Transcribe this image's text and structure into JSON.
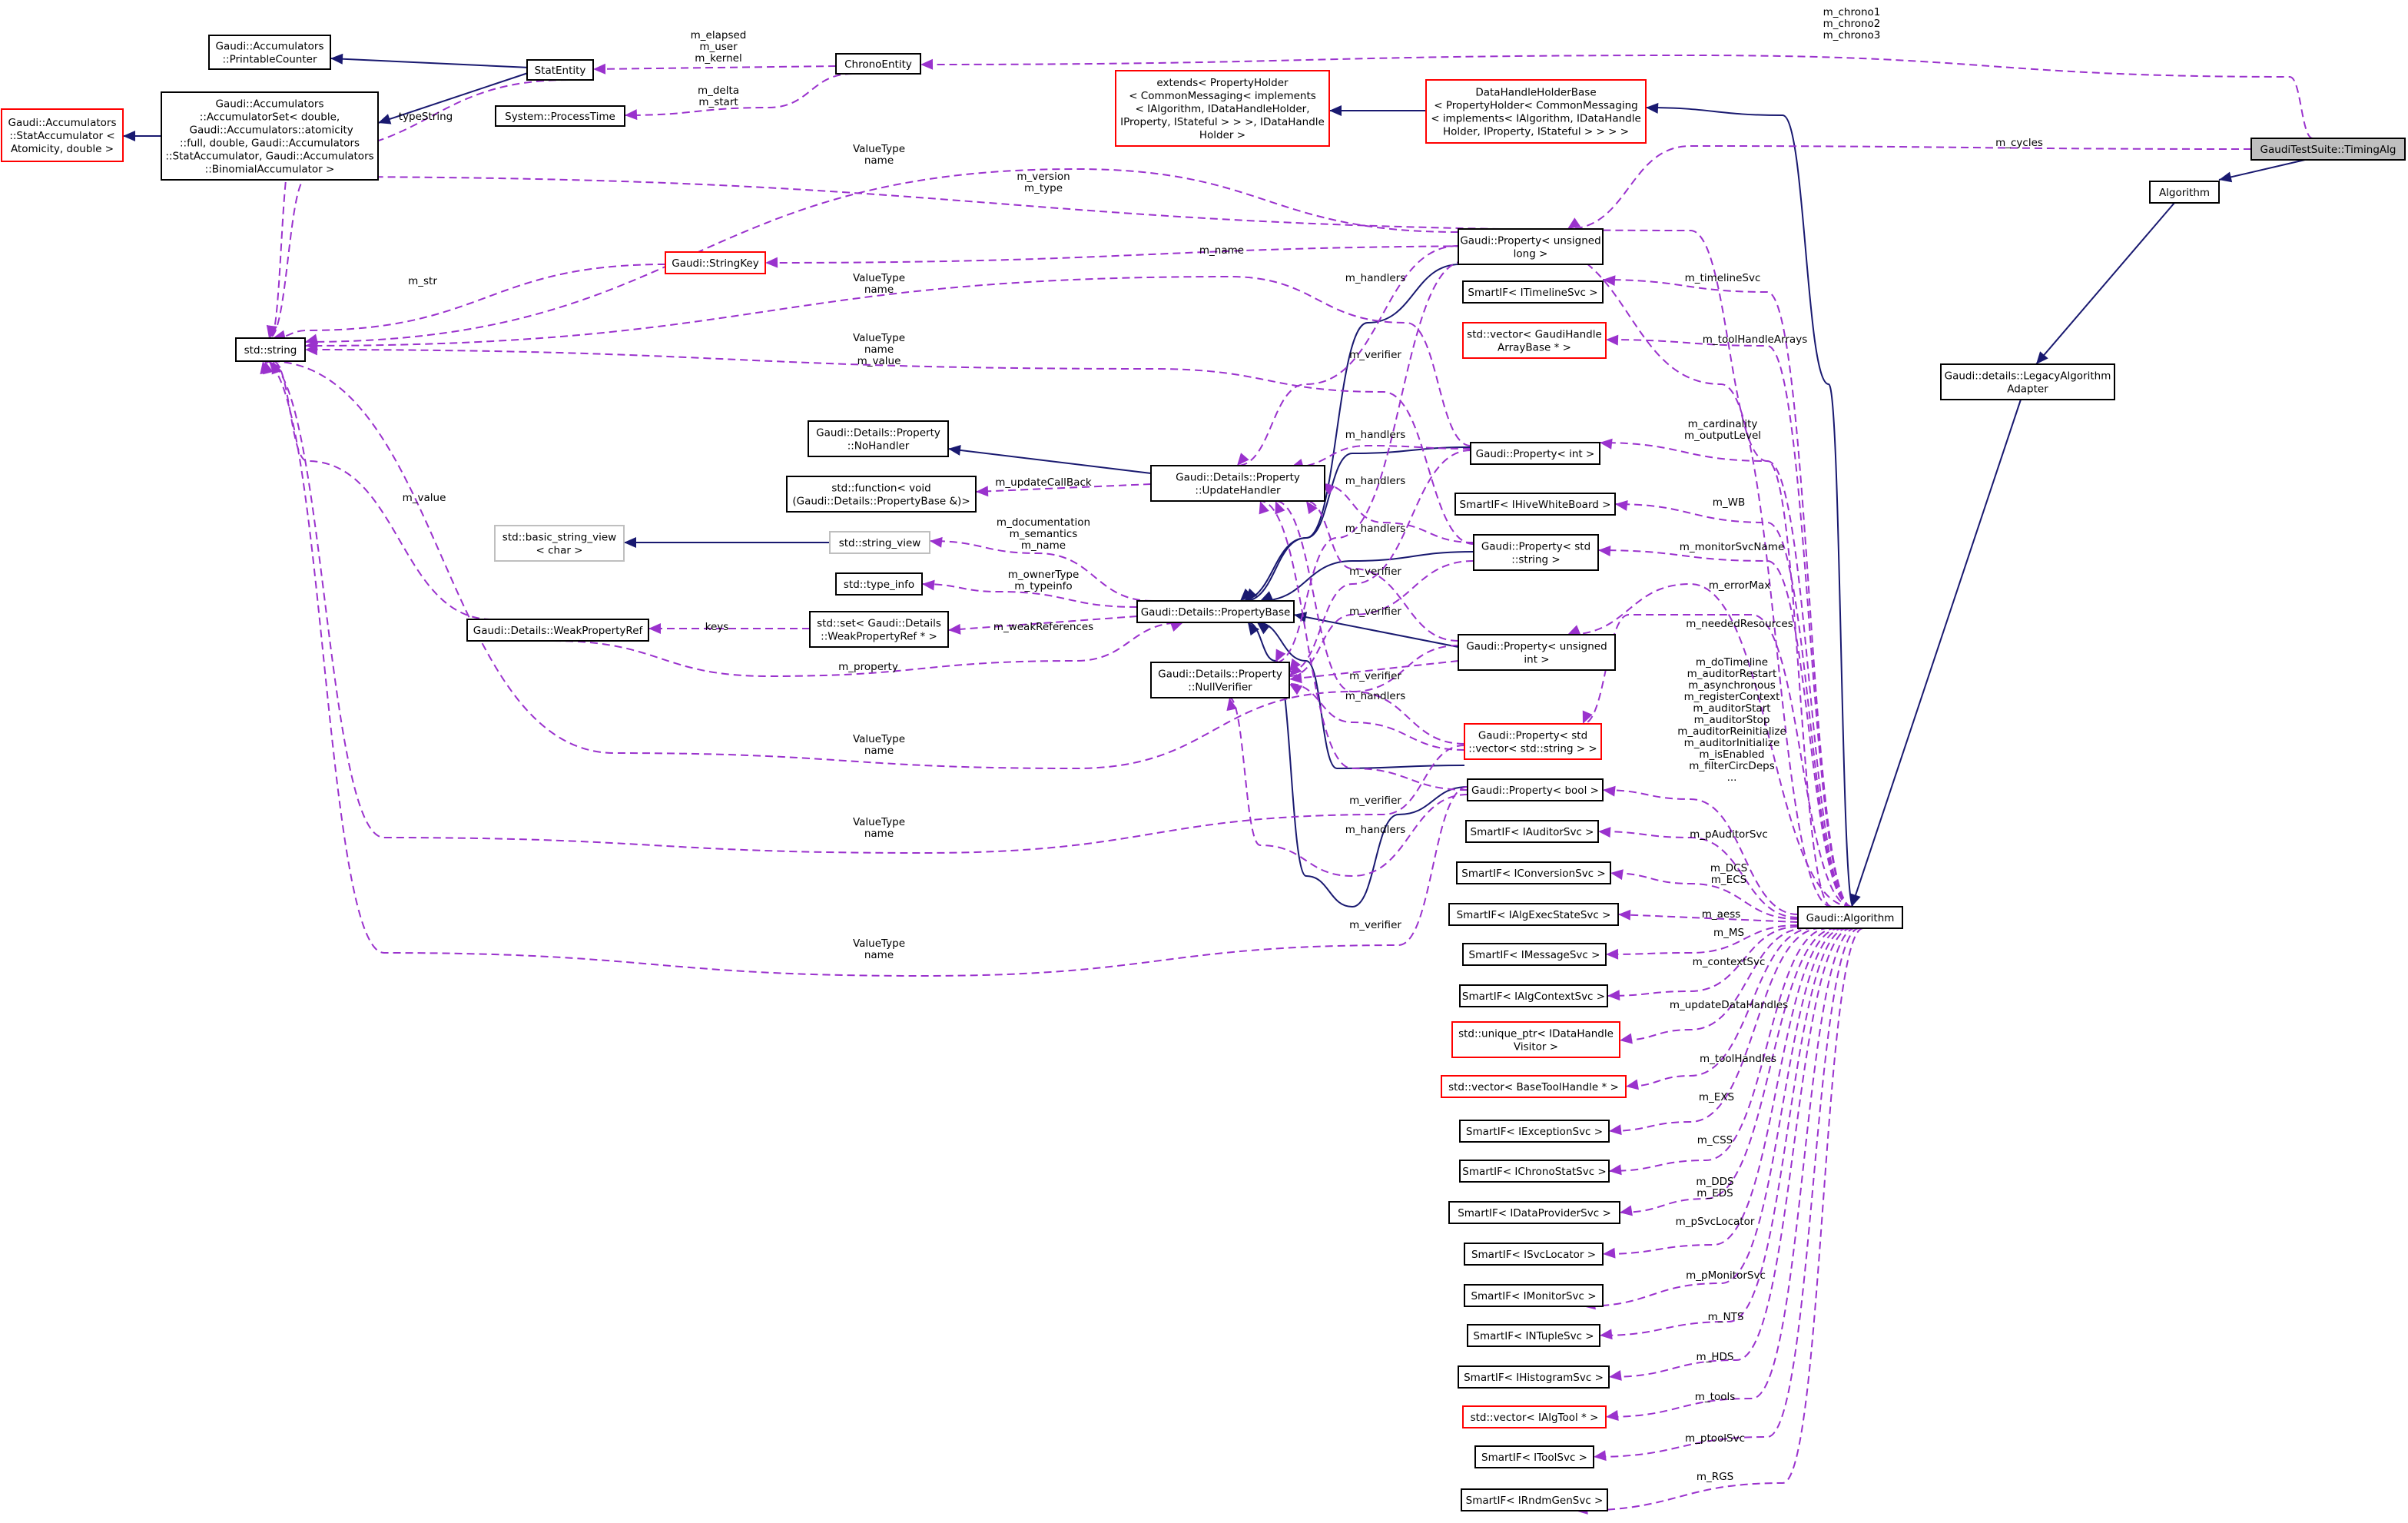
{
  "nodes": [
    {
      "id": "timingalg",
      "label": [
        "GaudiTestSuite::TimingAlg"
      ],
      "style": "hl"
    },
    {
      "id": "chronoentity",
      "label": [
        "ChronoEntity"
      ],
      "style": "normal"
    },
    {
      "id": "statentity",
      "label": [
        "StatEntity"
      ],
      "style": "normal"
    },
    {
      "id": "printablecounter",
      "label": [
        "Gaudi::Accumulators",
        "::PrintableCounter"
      ],
      "style": "normal"
    },
    {
      "id": "accumset",
      "label": [
        "Gaudi::Accumulators",
        "::AccumulatorSet< double,",
        "  Gaudi::Accumulators::atomicity",
        "::full, double, Gaudi::Accumulators",
        "::StatAccumulator, Gaudi::Accumulators",
        "::BinomialAccumulator >"
      ],
      "style": "normal"
    },
    {
      "id": "stataccum",
      "label": [
        "Gaudi::Accumulators",
        "::StatAccumulator <",
        "Atomicity, double >"
      ],
      "style": "red"
    },
    {
      "id": "processtime",
      "label": [
        "System::ProcessTime"
      ],
      "style": "normal"
    },
    {
      "id": "extendsph",
      "label": [
        "extends< PropertyHolder",
        "< CommonMessaging< implements",
        "< IAlgorithm, IDataHandleHolder,",
        "IProperty, IStateful > > >, IDataHandle",
        "Holder >"
      ],
      "style": "red"
    },
    {
      "id": "datahandleholder",
      "label": [
        "DataHandleHolderBase",
        "< PropertyHolder< CommonMessaging",
        "< implements< IAlgorithm, IDataHandle",
        "Holder, IProperty, IStateful > > > >"
      ],
      "style": "red"
    },
    {
      "id": "algorithm_top",
      "label": [
        "Algorithm"
      ],
      "style": "normal"
    },
    {
      "id": "legacyadapter",
      "label": [
        "Gaudi::details::LegacyAlgorithm",
        "Adapter"
      ],
      "style": "normal"
    },
    {
      "id": "stdstring",
      "label": [
        "std::string"
      ],
      "style": "normal"
    },
    {
      "id": "stringkey",
      "label": [
        "Gaudi::StringKey"
      ],
      "style": "red"
    },
    {
      "id": "prop_ulong",
      "label": [
        "Gaudi::Property< unsigned",
        "long >"
      ],
      "style": "normal"
    },
    {
      "id": "timelinesvc",
      "label": [
        "SmartIF< ITimelineSvc >"
      ],
      "style": "normal"
    },
    {
      "id": "vec_gaudihandle",
      "label": [
        "std::vector< GaudiHandle",
        "ArrayBase * >"
      ],
      "style": "red"
    },
    {
      "id": "noHandler",
      "label": [
        "Gaudi::Details::Property",
        "::NoHandler"
      ],
      "style": "normal"
    },
    {
      "id": "stdfunction",
      "label": [
        "std::function< void",
        "(Gaudi::Details::PropertyBase &)>"
      ],
      "style": "normal"
    },
    {
      "id": "updatehandler",
      "label": [
        "Gaudi::Details::Property",
        "::UpdateHandler"
      ],
      "style": "normal"
    },
    {
      "id": "prop_int",
      "label": [
        "Gaudi::Property< int >"
      ],
      "style": "normal"
    },
    {
      "id": "hivewb",
      "label": [
        "SmartIF< IHiveWhiteBoard >"
      ],
      "style": "normal"
    },
    {
      "id": "basicsv",
      "label": [
        "std::basic_string_view",
        "< char >"
      ],
      "style": "grey"
    },
    {
      "id": "stringview",
      "label": [
        "std::string_view"
      ],
      "style": "grey"
    },
    {
      "id": "prop_string",
      "label": [
        "Gaudi::Property< std",
        "::string >"
      ],
      "style": "normal"
    },
    {
      "id": "typeinfo",
      "label": [
        "std::type_info"
      ],
      "style": "normal"
    },
    {
      "id": "propertybase",
      "label": [
        "Gaudi::Details::PropertyBase"
      ],
      "style": "normal"
    },
    {
      "id": "weakref",
      "label": [
        "Gaudi::Details::WeakPropertyRef"
      ],
      "style": "normal"
    },
    {
      "id": "stdset",
      "label": [
        "std::set< Gaudi::Details",
        "::WeakPropertyRef * >"
      ],
      "style": "normal"
    },
    {
      "id": "prop_uint",
      "label": [
        "Gaudi::Property< unsigned",
        "int >"
      ],
      "style": "normal"
    },
    {
      "id": "nullverifier",
      "label": [
        "Gaudi::Details::Property",
        "::NullVerifier"
      ],
      "style": "normal"
    },
    {
      "id": "prop_vecstr",
      "label": [
        "Gaudi::Property< std",
        "::vector< std::string > >"
      ],
      "style": "red"
    },
    {
      "id": "prop_bool",
      "label": [
        "Gaudi::Property< bool >"
      ],
      "style": "normal"
    },
    {
      "id": "auditorsvc",
      "label": [
        "SmartIF< IAuditorSvc >"
      ],
      "style": "normal"
    },
    {
      "id": "convsvc",
      "label": [
        "SmartIF< IConversionSvc >"
      ],
      "style": "normal"
    },
    {
      "id": "algexec",
      "label": [
        "SmartIF< IAlgExecStateSvc >"
      ],
      "style": "normal"
    },
    {
      "id": "gaudialgorithm",
      "label": [
        "Gaudi::Algorithm"
      ],
      "style": "normal"
    },
    {
      "id": "msgsvc",
      "label": [
        "SmartIF< IMessageSvc >"
      ],
      "style": "normal"
    },
    {
      "id": "algcontext",
      "label": [
        "SmartIF< IAlgContextSvc >"
      ],
      "style": "normal"
    },
    {
      "id": "uniqueptr",
      "label": [
        "std::unique_ptr< IDataHandle",
        "Visitor >"
      ],
      "style": "red"
    },
    {
      "id": "vec_basetool",
      "label": [
        "std::vector< BaseToolHandle * >"
      ],
      "style": "red"
    },
    {
      "id": "excsvc",
      "label": [
        "SmartIF< IExceptionSvc >"
      ],
      "style": "normal"
    },
    {
      "id": "chronosvc",
      "label": [
        "SmartIF< IChronoStatSvc >"
      ],
      "style": "normal"
    },
    {
      "id": "dataprov",
      "label": [
        "SmartIF< IDataProviderSvc >"
      ],
      "style": "normal"
    },
    {
      "id": "svcloc",
      "label": [
        "SmartIF< ISvcLocator >"
      ],
      "style": "normal"
    },
    {
      "id": "monsvc",
      "label": [
        "SmartIF< IMonitorSvc >"
      ],
      "style": "normal"
    },
    {
      "id": "ntuplesvc",
      "label": [
        "SmartIF< INTupleSvc >"
      ],
      "style": "normal"
    },
    {
      "id": "histsvc",
      "label": [
        "SmartIF< IHistogramSvc >"
      ],
      "style": "normal"
    },
    {
      "id": "vec_algtool",
      "label": [
        "std::vector< IAlgTool * >"
      ],
      "style": "red"
    },
    {
      "id": "toolsvc",
      "label": [
        "SmartIF< IToolSvc >"
      ],
      "style": "normal"
    },
    {
      "id": "rndmsvc",
      "label": [
        "SmartIF< IRndmGenSvc >"
      ],
      "style": "normal"
    }
  ],
  "inheritance_edges": [
    {
      "from": "statentity",
      "to": "printablecounter"
    },
    {
      "from": "statentity",
      "to": "accumset"
    },
    {
      "from": "accumset",
      "to": "stataccum"
    },
    {
      "from": "datahandleholder",
      "to": "extendsph"
    },
    {
      "from": "timingalg",
      "to": "algorithm_top"
    },
    {
      "from": "algorithm_top",
      "to": "legacyadapter"
    },
    {
      "from": "legacyadapter",
      "to": "gaudialgorithm"
    },
    {
      "from": "gaudialgorithm",
      "to": "datahandleholder"
    },
    {
      "from": "updatehandler",
      "to": "noHandler"
    },
    {
      "from": "stringview",
      "to": "basicsv"
    },
    {
      "from": "prop_ulong",
      "to": "propertybase"
    },
    {
      "from": "prop_int",
      "to": "propertybase"
    },
    {
      "from": "prop_string",
      "to": "propertybase"
    },
    {
      "from": "prop_uint",
      "to": "propertybase"
    },
    {
      "from": "prop_vecstr",
      "to": "propertybase"
    },
    {
      "from": "prop_bool",
      "to": "propertybase"
    }
  ],
  "usage_edges": [
    {
      "from": "timingalg",
      "to": "chronoentity",
      "label": [
        "m_chrono1",
        "m_chrono2",
        "m_chrono3"
      ]
    },
    {
      "from": "timingalg",
      "to": "prop_ulong",
      "label": [
        "m_cycles"
      ]
    },
    {
      "from": "chronoentity",
      "to": "statentity",
      "label": [
        "m_elapsed",
        "m_user",
        "m_kernel"
      ]
    },
    {
      "from": "chronoentity",
      "to": "processtime",
      "label": [
        "m_delta",
        "m_start"
      ]
    },
    {
      "from": "statentity",
      "to": "stdstring",
      "label": [
        "typeString"
      ]
    },
    {
      "from": "stringkey",
      "to": "stdstring",
      "label": [
        "m_str"
      ]
    },
    {
      "from": "weakref",
      "to": "stdstring",
      "label": [
        "m_value"
      ]
    },
    {
      "from": "prop_ulong",
      "to": "stdstring",
      "label": [
        "ValueType",
        "name"
      ]
    },
    {
      "from": "gaudialgorithm",
      "to": "stdstring",
      "label": [
        "m_version",
        "m_type"
      ]
    },
    {
      "from": "gaudialgorithm",
      "to": "stringkey",
      "label": [
        "m_name"
      ]
    },
    {
      "from": "prop_int",
      "to": "stdstring",
      "label": [
        "ValueType",
        "name"
      ]
    },
    {
      "from": "prop_string",
      "to": "stdstring",
      "label": [
        "ValueType",
        "name",
        "m_value"
      ]
    },
    {
      "from": "prop_uint",
      "to": "stdstring",
      "label": [
        "ValueType",
        "name"
      ]
    },
    {
      "from": "prop_vecstr",
      "to": "stdstring",
      "label": [
        "ValueType",
        "name"
      ]
    },
    {
      "from": "prop_bool",
      "to": "stdstring",
      "label": [
        "ValueType",
        "name"
      ]
    },
    {
      "from": "prop_ulong",
      "to": "updatehandler",
      "label": [
        "m_handlers"
      ]
    },
    {
      "from": "prop_int",
      "to": "updatehandler",
      "label": [
        "m_handlers"
      ]
    },
    {
      "from": "prop_string",
      "to": "updatehandler",
      "label": [
        "m_handlers"
      ]
    },
    {
      "from": "prop_uint",
      "to": "updatehandler",
      "label": [
        "m_handlers"
      ]
    },
    {
      "from": "prop_vecstr",
      "to": "updatehandler",
      "label": [
        "m_handlers"
      ]
    },
    {
      "from": "prop_bool",
      "to": "updatehandler",
      "label": [
        "m_handlers"
      ]
    },
    {
      "from": "prop_ulong",
      "to": "nullverifier",
      "label": [
        "m_verifier"
      ]
    },
    {
      "from": "prop_int",
      "to": "nullverifier",
      "label": [
        "m_verifier"
      ]
    },
    {
      "from": "prop_string",
      "to": "nullverifier",
      "label": [
        "m_verifier"
      ]
    },
    {
      "from": "prop_uint",
      "to": "nullverifier",
      "label": [
        "m_verifier"
      ]
    },
    {
      "from": "prop_vecstr",
      "to": "nullverifier",
      "label": [
        "m_verifier"
      ]
    },
    {
      "from": "prop_bool",
      "to": "nullverifier",
      "label": [
        "m_verifier"
      ]
    },
    {
      "from": "updatehandler",
      "to": "stdfunction",
      "label": [
        "m_updateCallBack"
      ]
    },
    {
      "from": "propertybase",
      "to": "stringview",
      "label": [
        "m_documentation",
        "m_semantics",
        "m_name"
      ]
    },
    {
      "from": "propertybase",
      "to": "typeinfo",
      "label": [
        "m_ownerType",
        "m_typeinfo"
      ]
    },
    {
      "from": "propertybase",
      "to": "stdset",
      "label": [
        "m_weakReferences"
      ]
    },
    {
      "from": "stdset",
      "to": "weakref",
      "label": [
        "keys"
      ]
    },
    {
      "from": "weakref",
      "to": "propertybase",
      "label": [
        "m_property"
      ]
    },
    {
      "from": "gaudialgorithm",
      "to": "timelinesvc",
      "label": [
        "m_timelineSvc"
      ]
    },
    {
      "from": "gaudialgorithm",
      "to": "vec_gaudihandle",
      "label": [
        "m_toolHandleArrays"
      ]
    },
    {
      "from": "gaudialgorithm",
      "to": "prop_int",
      "label": [
        "m_cardinality",
        "m_outputLevel"
      ]
    },
    {
      "from": "gaudialgorithm",
      "to": "hivewb",
      "label": [
        "m_WB"
      ]
    },
    {
      "from": "gaudialgorithm",
      "to": "prop_string",
      "label": [
        "m_monitorSvcName"
      ]
    },
    {
      "from": "gaudialgorithm",
      "to": "prop_uint",
      "label": [
        "m_errorMax"
      ]
    },
    {
      "from": "gaudialgorithm",
      "to": "prop_vecstr",
      "label": [
        "m_neededResources"
      ]
    },
    {
      "from": "gaudialgorithm",
      "to": "prop_bool",
      "label": [
        "m_doTimeline",
        "m_auditorRestart",
        "m_asynchronous",
        "m_registerContext",
        "m_auditorStart",
        "m_auditorStop",
        "m_auditorReinitialize",
        "m_auditorInitialize",
        "m_isEnabled",
        "m_filterCircDeps",
        "..."
      ]
    },
    {
      "from": "gaudialgorithm",
      "to": "auditorsvc",
      "label": [
        "m_pAuditorSvc"
      ]
    },
    {
      "from": "gaudialgorithm",
      "to": "convsvc",
      "label": [
        "m_DCS",
        "m_ECS"
      ]
    },
    {
      "from": "gaudialgorithm",
      "to": "algexec",
      "label": [
        "m_aess"
      ]
    },
    {
      "from": "gaudialgorithm",
      "to": "msgsvc",
      "label": [
        "m_MS"
      ]
    },
    {
      "from": "gaudialgorithm",
      "to": "algcontext",
      "label": [
        "m_contextSvc"
      ]
    },
    {
      "from": "gaudialgorithm",
      "to": "uniqueptr",
      "label": [
        "m_updateDataHandles"
      ]
    },
    {
      "from": "gaudialgorithm",
      "to": "vec_basetool",
      "label": [
        "m_toolHandles"
      ]
    },
    {
      "from": "gaudialgorithm",
      "to": "excsvc",
      "label": [
        "m_EXS"
      ]
    },
    {
      "from": "gaudialgorithm",
      "to": "chronosvc",
      "label": [
        "m_CSS"
      ]
    },
    {
      "from": "gaudialgorithm",
      "to": "dataprov",
      "label": [
        "m_DDS",
        "m_EDS"
      ]
    },
    {
      "from": "gaudialgorithm",
      "to": "svcloc",
      "label": [
        "m_pSvcLocator"
      ]
    },
    {
      "from": "gaudialgorithm",
      "to": "monsvc",
      "label": [
        "m_pMonitorSvc"
      ]
    },
    {
      "from": "gaudialgorithm",
      "to": "ntuplesvc",
      "label": [
        "m_NTS"
      ]
    },
    {
      "from": "gaudialgorithm",
      "to": "histsvc",
      "label": [
        "m_HDS"
      ]
    },
    {
      "from": "gaudialgorithm",
      "to": "vec_algtool",
      "label": [
        "m_tools"
      ]
    },
    {
      "from": "gaudialgorithm",
      "to": "toolsvc",
      "label": [
        "m_ptoolSvc"
      ]
    },
    {
      "from": "gaudialgorithm",
      "to": "rndmsvc",
      "label": [
        "m_RGS"
      ]
    }
  ]
}
